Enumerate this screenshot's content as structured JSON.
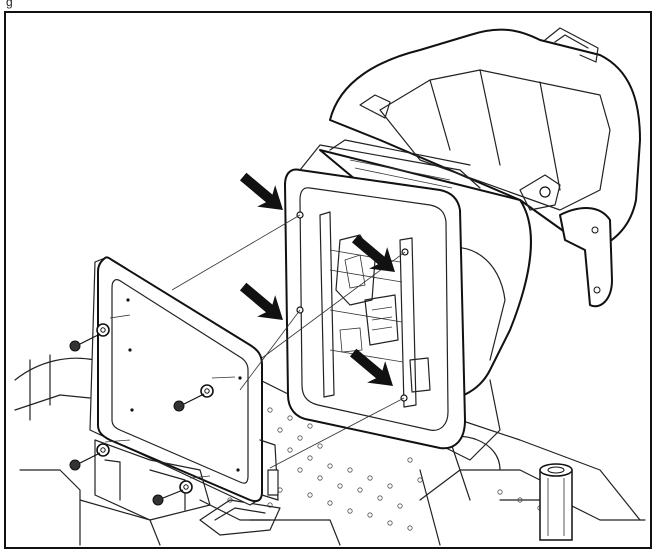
{
  "figure": {
    "caption_fragment": "g",
    "colors": {
      "line": "#111111",
      "background": "#ffffff",
      "arrow": "#111111"
    },
    "callout_arrows": [
      {
        "target": "upper-left-bolt"
      },
      {
        "target": "lower-left-bolt"
      },
      {
        "target": "upper-right-bolt"
      },
      {
        "target": "lower-right-bolt"
      }
    ],
    "hardware": {
      "bolts_shown": 4,
      "washers_shown": 4
    }
  }
}
